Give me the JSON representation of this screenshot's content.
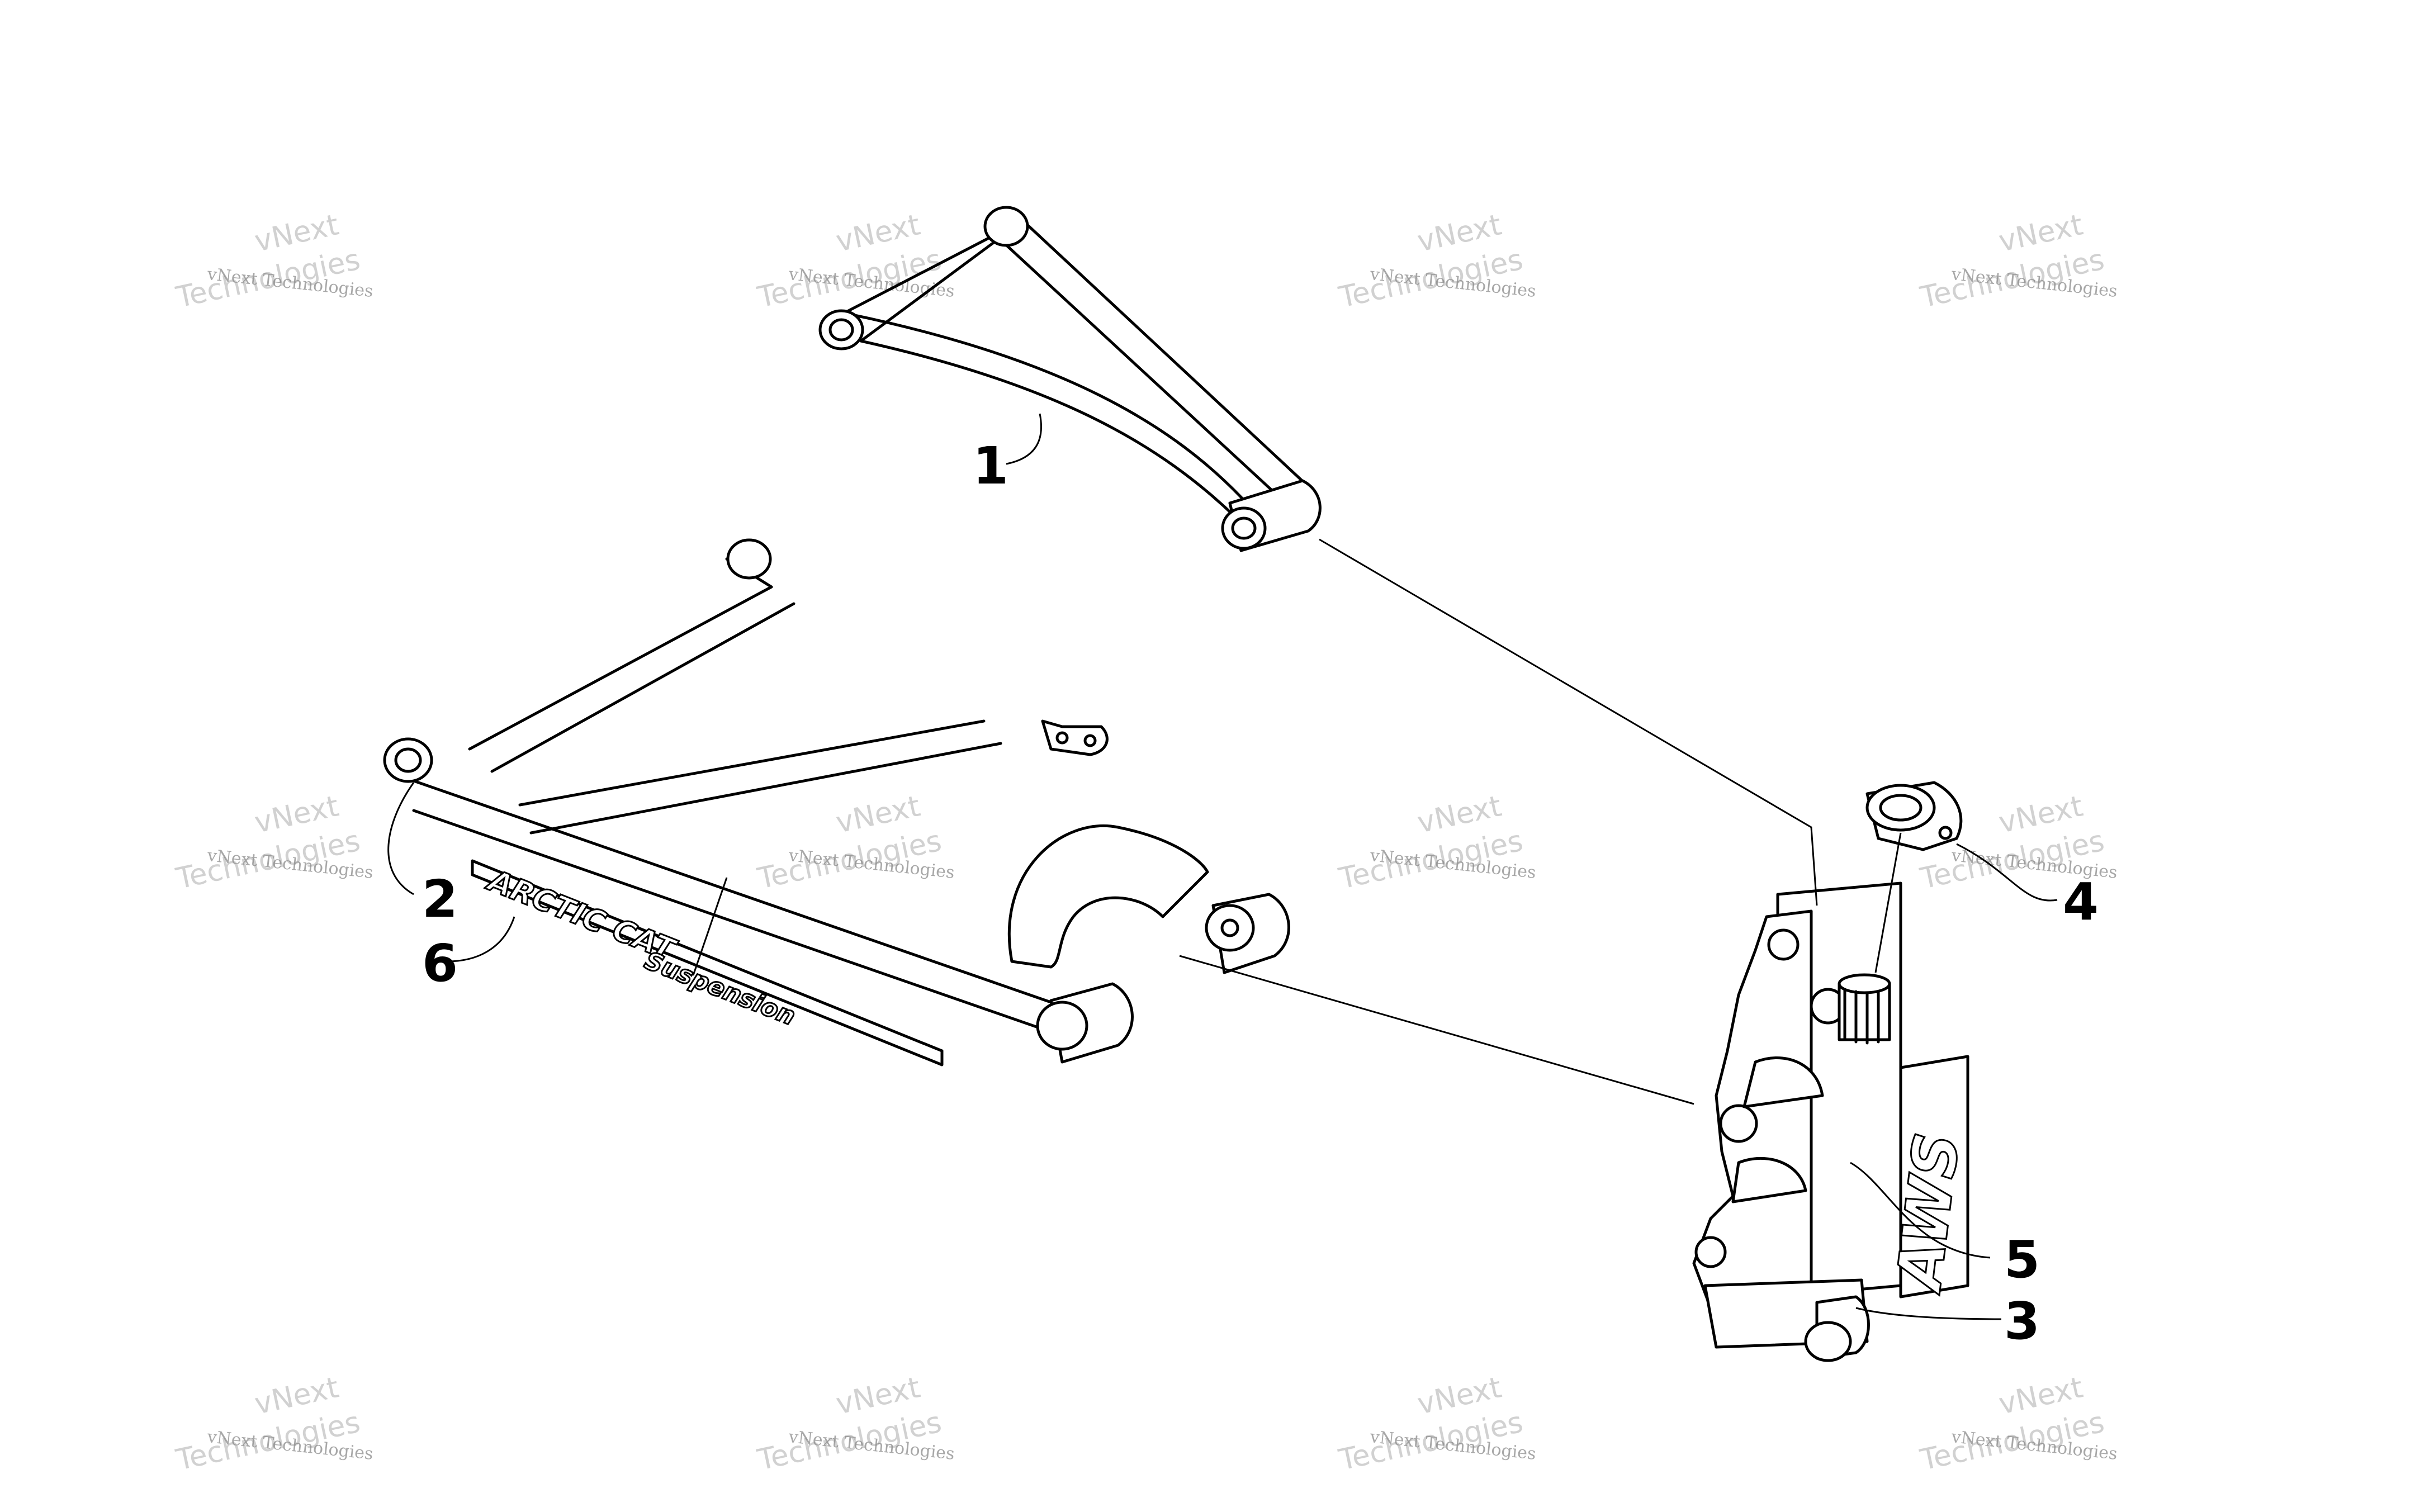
{
  "diagram": {
    "callouts": [
      {
        "id": "1",
        "label": "1"
      },
      {
        "id": "2",
        "label": "2"
      },
      {
        "id": "3",
        "label": "3"
      },
      {
        "id": "4",
        "label": "4"
      },
      {
        "id": "5",
        "label": "5"
      },
      {
        "id": "6",
        "label": "6"
      }
    ],
    "decals": {
      "spindle_decal": "AWS",
      "arm_decal_line1": "ARCTIC CAT",
      "arm_decal_line2": "Suspension"
    },
    "watermark": {
      "line_small": "vNext Technologies",
      "line_big_1": "vNext",
      "line_big_2": "Technologies"
    }
  }
}
